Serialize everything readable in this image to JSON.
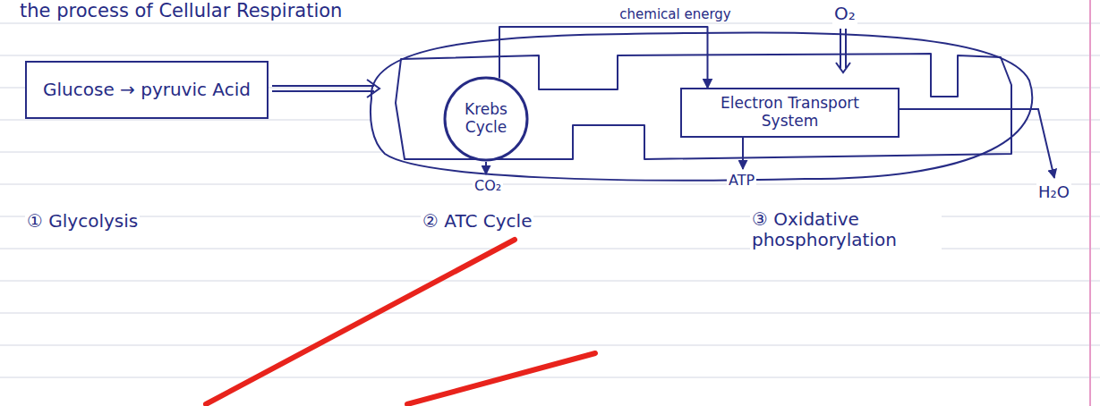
{
  "diagram": {
    "title": "the process of Cellular Respiration",
    "nodes": [
      {
        "text": [
          "Glucose → pyruvic Acid"
        ]
      },
      {
        "text": [
          "Krebs Cycle"
        ]
      },
      {
        "text": [
          "Electron Transport System"
        ]
      }
    ],
    "edges": [
      {
        "from": 1,
        "to": 2,
        "arrow": "to",
        "label": "chemical energy"
      }
    ],
    "labels": [
      "O₂",
      "CO₂",
      "ATP",
      "H₂O",
      "① Glycolysis",
      "② ATC Cycle",
      "③ Oxidative phosphorylation"
    ]
  }
}
